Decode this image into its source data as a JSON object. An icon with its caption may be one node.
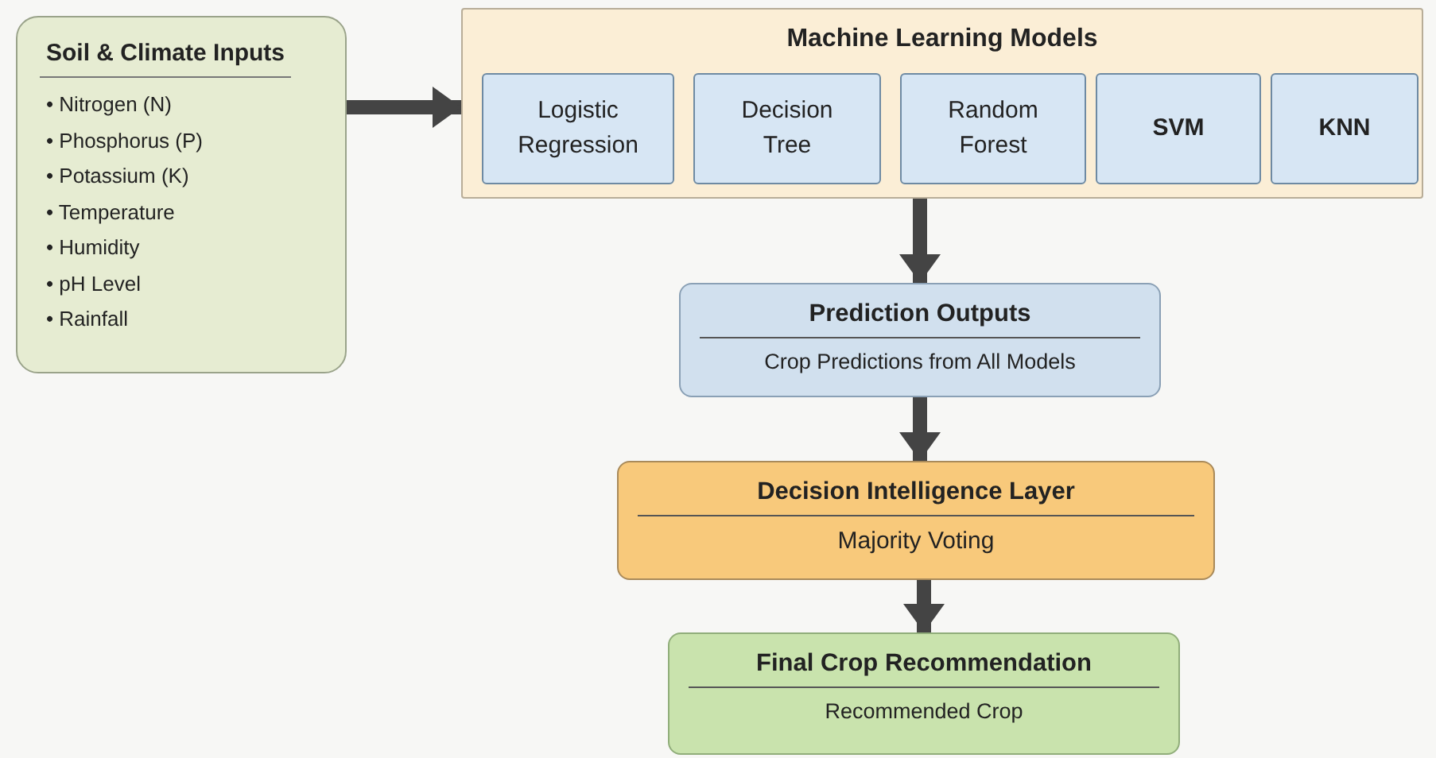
{
  "diagram": {
    "nodes": [
      {
        "text": [
          "Soil & Climate Inputs",
          "• Nitrogen (N)",
          "• Phosphorus (P)",
          "• Potassium (K)",
          "• Temperature",
          "• Humidity",
          "• pH Level",
          "• Rainfall"
        ]
      },
      {
        "text": [
          "Machine Learning Models"
        ]
      },
      {
        "text": [
          "Logistic Regression"
        ],
        "in": 1
      },
      {
        "text": [
          "Decision Tree"
        ],
        "in": 1
      },
      {
        "text": [
          "Random Forest"
        ],
        "in": 1
      },
      {
        "text": [
          "SVM"
        ],
        "in": 1
      },
      {
        "text": [
          "KNN"
        ],
        "in": 1
      },
      {
        "text": [
          "Prediction Outputs",
          "Crop Predictions from All Models"
        ]
      },
      {
        "text": [
          "Decision Intelligence Layer",
          "Majority Voting"
        ]
      },
      {
        "text": [
          "Final Crop Recommendation",
          "Recommended Crop"
        ]
      }
    ],
    "edges": [
      {
        "from": 0,
        "to": 1,
        "arrow": "to"
      },
      {
        "from": 1,
        "to": 7,
        "arrow": "to"
      },
      {
        "from": 7,
        "to": 8,
        "arrow": "to"
      },
      {
        "from": 8,
        "to": 9,
        "arrow": "to"
      }
    ]
  }
}
